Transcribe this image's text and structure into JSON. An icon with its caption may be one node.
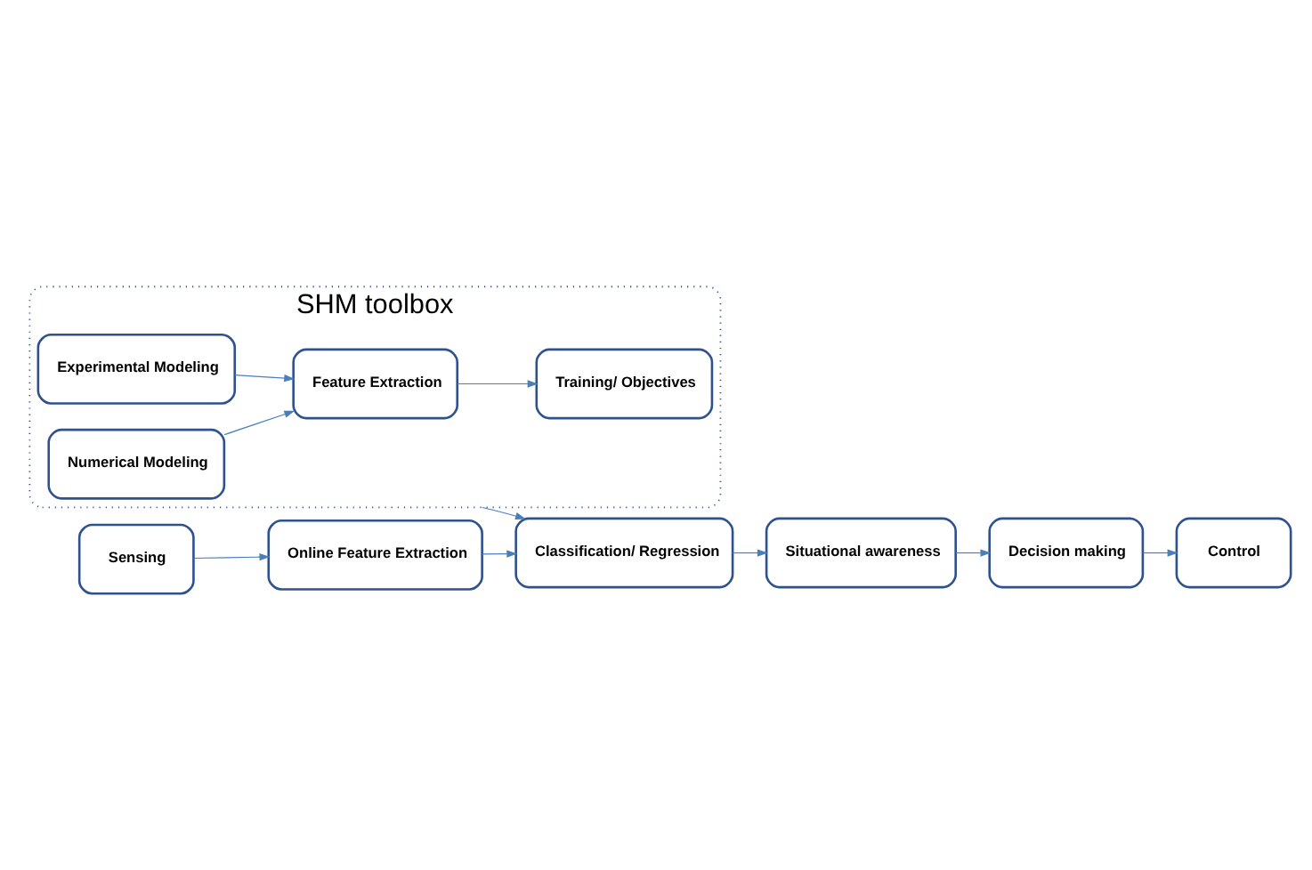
{
  "diagram": {
    "nodes": [
      {
        "text": [
          "SHM toolbox"
        ]
      },
      {
        "text": [
          "Numerical Modeling"
        ],
        "in": 0
      },
      {
        "text": [
          "Experimental Modeling"
        ],
        "in": 0
      },
      {
        "text": [
          "Feature Extraction"
        ],
        "in": 0
      },
      {
        "text": [
          "Training/ Objectives"
        ],
        "in": 0
      },
      {
        "text": [
          "Sensing"
        ]
      },
      {
        "text": [
          "Online Feature Extraction"
        ]
      },
      {
        "text": [
          "Classification/ Regression"
        ]
      },
      {
        "text": [
          "Situational awareness"
        ]
      },
      {
        "text": [
          "Decision making"
        ]
      },
      {
        "text": [
          "Control"
        ]
      }
    ],
    "edges": [
      {
        "from": 1,
        "to": 3,
        "arrow": "to"
      },
      {
        "from": 2,
        "to": 3,
        "arrow": "to"
      },
      {
        "from": 3,
        "to": 4,
        "arrow": "to"
      },
      {
        "from": 5,
        "to": 6,
        "arrow": "to"
      },
      {
        "from": 6,
        "to": 7,
        "arrow": "to"
      },
      {
        "from": 0,
        "to": 7,
        "arrow": "to"
      },
      {
        "from": 7,
        "to": 8,
        "arrow": "to"
      },
      {
        "from": 8,
        "to": 9,
        "arrow": "to"
      },
      {
        "from": 9,
        "to": 10,
        "arrow": "to"
      }
    ]
  }
}
